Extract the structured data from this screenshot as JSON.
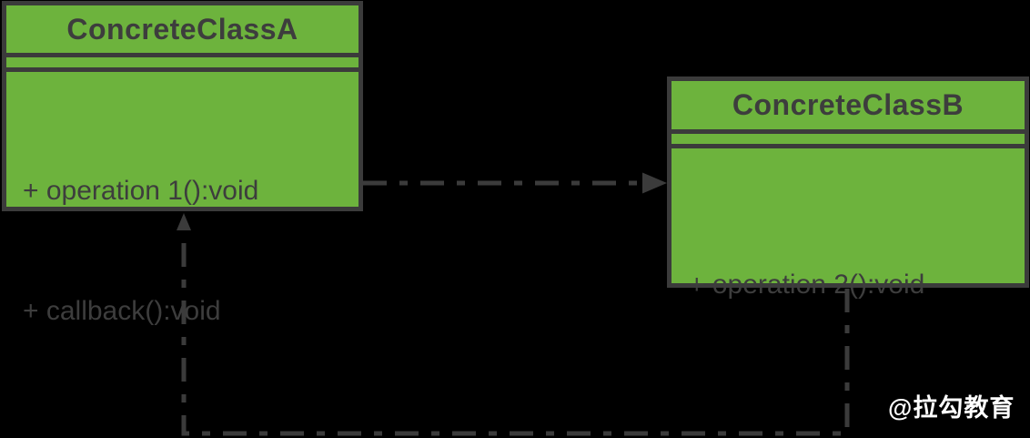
{
  "uml": {
    "diagram_type": "class-diagram",
    "classes": [
      {
        "name": "ConcreteClassA",
        "attributes": [],
        "methods": [
          "+ operation 1():void",
          "+ callback():void"
        ]
      },
      {
        "name": "ConcreteClassB",
        "attributes": [],
        "methods": [
          "+ operation 2():void"
        ]
      }
    ],
    "relationships": [
      {
        "from": "ConcreteClassA",
        "to": "ConcreteClassB",
        "line_style": "dash-dot",
        "arrowhead": "filled-triangle",
        "route": "right-horizontal"
      },
      {
        "from": "ConcreteClassB",
        "to": "ConcreteClassA",
        "line_style": "dash-dot",
        "arrowhead": "filled-triangle",
        "route": "down-left-up-bottom-loop"
      }
    ]
  },
  "watermark": {
    "text": "@拉勾教育"
  },
  "colors": {
    "background": "#000000",
    "class_fill": "#6db33d",
    "border_and_lines": "#3b3b3b",
    "class_text": "#3d3d3d",
    "watermark_text": "#ffffff"
  }
}
